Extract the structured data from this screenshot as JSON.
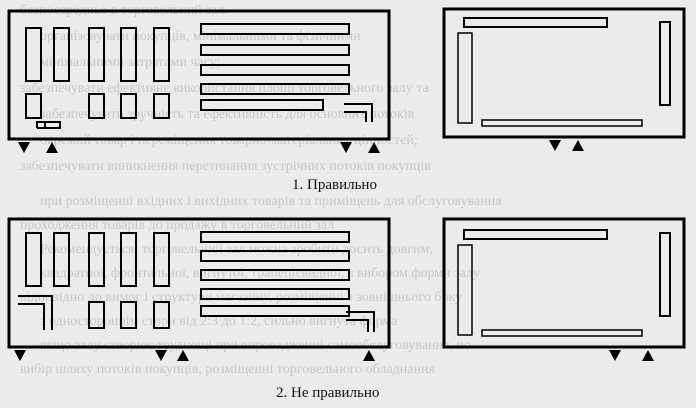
{
  "captions": {
    "correct": "1. Правильно",
    "incorrect": "2. Не правильно"
  },
  "background_text": [
    "безпосередньо в торговельний зал.",
    "організовувати покупців, мінімальними та фізичними",
    "мінімальними затратами часу;",
    "забезпечувати ефективне використання площі торговельного залу та",
    "забезпечувати зручність та ефективність для основних потоків",
    "окремий товар і переміщення товарно-матеріальних цінностей;",
    "забезпечувати виникнення перетинання зустрічних потоків покупців",
    "",
    "при розміщенні вхідних і вихідних товарів та приміщень для обслуговування",
    "проходження товарів до продажу в торговельний зал",
    "Рекомендується: торговельний зал можна зробити досить довгим,",
    "квадратної, фронтальної, вигнутої, трапецієвидної, з вибором форми залу",
    "відповідно до вимог і структури магазину, розміщенні з зовнішнього боку",
    "з одностороннім стори від 2:3 до 1:2, сильно вигнута форма",
    "якщо залу створює труднощі при впровадженні самообслуговування, по",
    "вибір шляху потоків покупців, розміщенні торговельного обладнання"
  ],
  "colors": {
    "background": "#ebebeb",
    "ink": "#000000",
    "faint_text": "#c9c9c9"
  }
}
